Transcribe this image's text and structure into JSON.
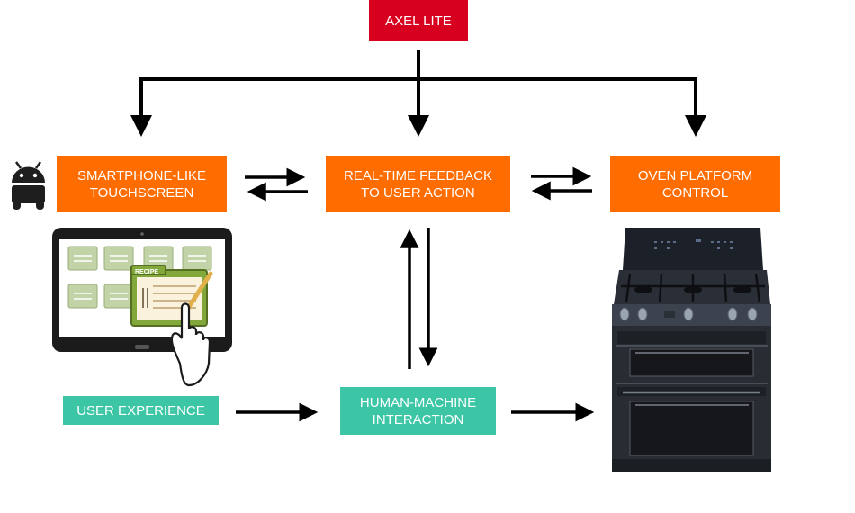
{
  "colors": {
    "title_box": "#d7001e",
    "process_box": "#ff6c00",
    "experience_box": "#3cc6a6",
    "arrow": "#000000"
  },
  "title": {
    "label": "AXEL LITE"
  },
  "nodes": {
    "touchscreen": {
      "line1": "SMARTPHONE-LIKE",
      "line2": "TOUCHSCREEN"
    },
    "feedback": {
      "line1": "REAL-TIME FEEDBACK",
      "line2": "TO USER ACTION"
    },
    "oven_control": {
      "line1": "OVEN PLATFORM",
      "line2": "CONTROL"
    },
    "user_experience": {
      "label": "USER EXPERIENCE"
    },
    "hmi": {
      "line1": "HUMAN-MACHINE",
      "line2": "INTERACTION"
    }
  },
  "illustrations": {
    "android": "android-icon",
    "tablet": "tablet-recipe-illustration",
    "recipe_card": {
      "label": "RECIPE"
    },
    "oven": "gas-range-oven-illustration"
  }
}
